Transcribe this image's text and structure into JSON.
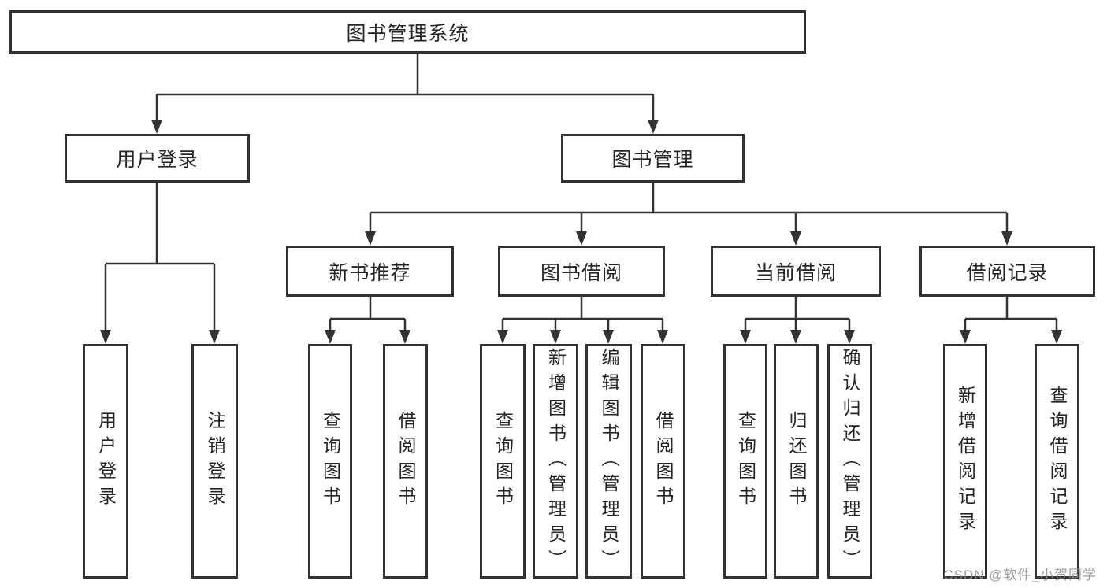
{
  "diagram": {
    "line_color": "#333333",
    "text_color": "#262626",
    "background_color": "#ffffff",
    "tree": {
      "label": "图书管理系统",
      "children": [
        {
          "label": "用户登录",
          "children": [
            {
              "label": "用户登录"
            },
            {
              "label": "注销登录"
            }
          ]
        },
        {
          "label": "图书管理",
          "children": [
            {
              "label": "新书推荐",
              "children": [
                {
                  "label": "查询图书"
                },
                {
                  "label": "借阅图书"
                }
              ]
            },
            {
              "label": "图书借阅",
              "children": [
                {
                  "label": "查询图书"
                },
                {
                  "label": "新增图书（管理员）"
                },
                {
                  "label": "编辑图书（管理员）"
                },
                {
                  "label": "借阅图书"
                }
              ]
            },
            {
              "label": "当前借阅",
              "children": [
                {
                  "label": "查询图书"
                },
                {
                  "label": "归还图书"
                },
                {
                  "label": "确认归还（管理员）"
                }
              ]
            },
            {
              "label": "借阅记录",
              "children": [
                {
                  "label": "新增借阅记录"
                },
                {
                  "label": "查询借阅记录"
                }
              ]
            }
          ]
        }
      ]
    },
    "watermark": "CSDN @软件_小贺同学"
  }
}
